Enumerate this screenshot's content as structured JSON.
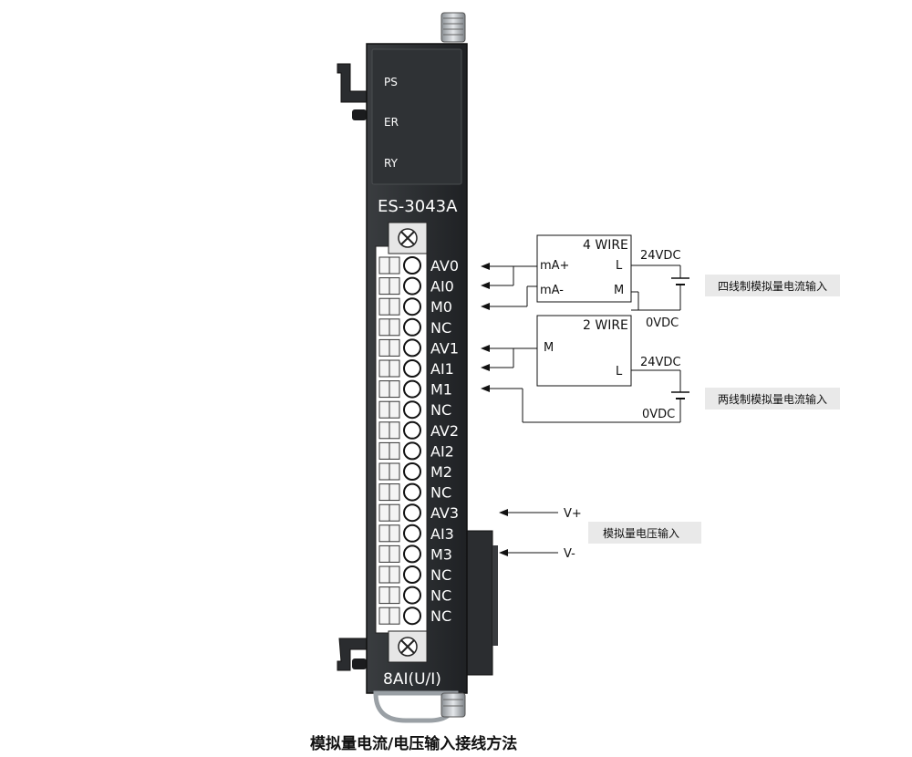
{
  "module": {
    "model": "ES-3043A",
    "subtitle": "8AI(U/I)",
    "leds": [
      "PS",
      "ER",
      "RY"
    ],
    "terminals": [
      "AV0",
      "AI0",
      "M0",
      "NC",
      "AV1",
      "AI1",
      "M1",
      "NC",
      "AV2",
      "AI2",
      "M2",
      "NC",
      "AV3",
      "AI3",
      "M3",
      "NC",
      "NC",
      "NC"
    ]
  },
  "four_wire": {
    "title": "4 WIRE",
    "pin_pos": "mA+",
    "pin_neg": "mA-",
    "pin_l": "L",
    "pin_m": "M",
    "supply_pos": "24VDC",
    "supply_neg": "0VDC",
    "caption": "四线制模拟量电流输入"
  },
  "two_wire": {
    "title": "2 WIRE",
    "pin_m": "M",
    "pin_l": "L",
    "supply_pos": "24VDC",
    "supply_neg": "0VDC",
    "caption": "两线制模拟量电流输入"
  },
  "voltage": {
    "pos": "V+",
    "neg": "V-",
    "caption": "模拟量电压输入"
  },
  "footer_title": "模拟量电流/电压输入接线方法"
}
